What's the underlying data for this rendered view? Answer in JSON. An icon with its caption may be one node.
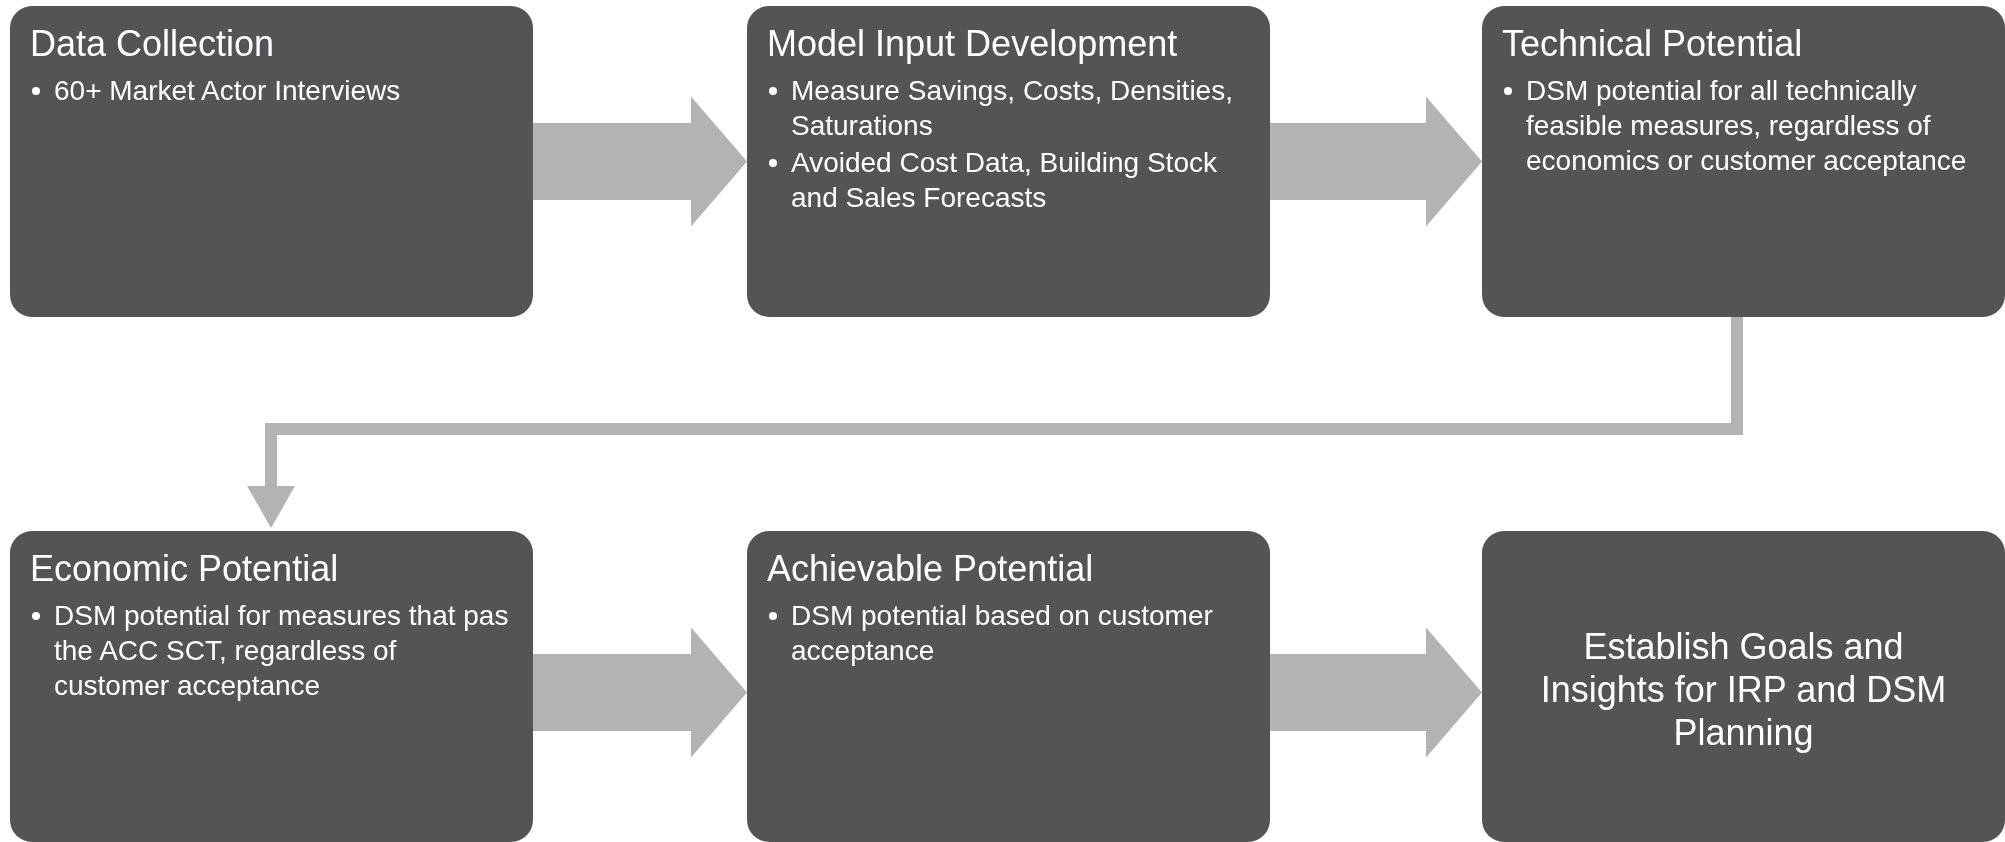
{
  "diagram": {
    "nodes": [
      {
        "text": [
          "Data Collection",
          "60+ Market Actor Interviews"
        ]
      },
      {
        "text": [
          "Model Input Development",
          "Measure Savings, Costs, Densities, Saturations",
          "Avoided Cost Data, Building Stock and Sales Forecasts"
        ]
      },
      {
        "text": [
          "Technical Potential",
          "DSM potential for all technically feasible measures, regardless of economics or customer acceptance"
        ]
      },
      {
        "text": [
          "Economic Potential",
          "DSM potential for measures that pas the ACC SCT, regardless of customer acceptance"
        ]
      },
      {
        "text": [
          "Achievable Potential",
          "DSM potential based on customer acceptance"
        ]
      },
      {
        "text": [
          "Establish Goals and Insights for IRP and DSM Planning"
        ]
      }
    ],
    "edges": [
      {
        "from": 0,
        "to": 1,
        "arrow": "to"
      },
      {
        "from": 1,
        "to": 2,
        "arrow": "to"
      },
      {
        "from": 2,
        "to": 3,
        "arrow": "to"
      },
      {
        "from": 3,
        "to": 4,
        "arrow": "to"
      },
      {
        "from": 4,
        "to": 5,
        "arrow": "to"
      }
    ]
  }
}
